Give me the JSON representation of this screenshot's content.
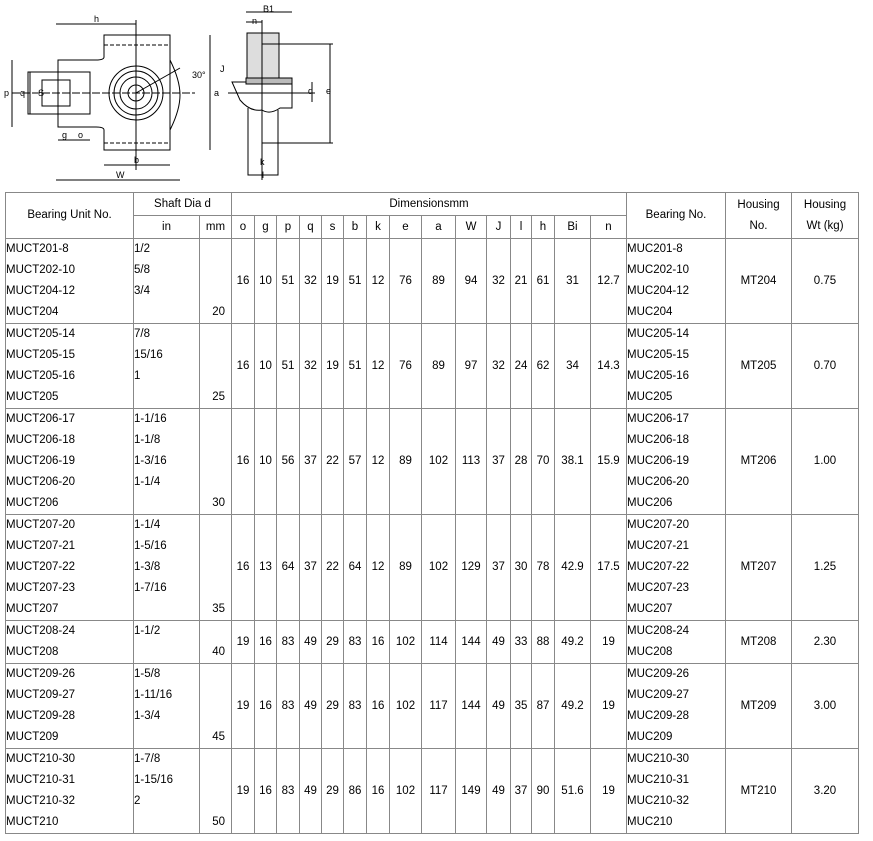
{
  "drawing": {
    "labels": [
      "h",
      "p",
      "q",
      "S",
      "g",
      "o",
      "b",
      "W",
      "a",
      "B1",
      "n",
      "J",
      "d",
      "e",
      "k",
      "l",
      "30°"
    ]
  },
  "header": {
    "unit": "Bearing Unit No.",
    "shaft": "Shaft Dia d",
    "in": "in",
    "mm": "mm",
    "dims": "Dimensionsmm",
    "bearing": "Bearing No.",
    "housing": "Housing No.",
    "wt": "Housing Wt (kg)",
    "cols": [
      "o",
      "g",
      "p",
      "q",
      "s",
      "b",
      "k",
      "e",
      "a",
      "W",
      "J",
      "l",
      "h",
      "Bi",
      "n"
    ]
  },
  "groups": [
    {
      "units": [
        "MUCT201-8",
        "MUCT202-10",
        "MUCT204-12",
        "MUCT204"
      ],
      "in": [
        "1/2",
        "5/8",
        "3/4",
        ""
      ],
      "mm": "20",
      "dims": [
        "16",
        "10",
        "51",
        "32",
        "19",
        "51",
        "12",
        "76",
        "89",
        "94",
        "32",
        "21",
        "61",
        "31",
        "12.7"
      ],
      "bearings": [
        "MUC201-8",
        "MUC202-10",
        "MUC204-12",
        "MUC204"
      ],
      "housing": "MT204",
      "wt": "0.75"
    },
    {
      "units": [
        "MUCT205-14",
        "MUCT205-15",
        "MUCT205-16",
        "MUCT205"
      ],
      "in": [
        "7/8",
        "15/16",
        "1",
        ""
      ],
      "mm": "25",
      "dims": [
        "16",
        "10",
        "51",
        "32",
        "19",
        "51",
        "12",
        "76",
        "89",
        "97",
        "32",
        "24",
        "62",
        "34",
        "14.3"
      ],
      "bearings": [
        "MUC205-14",
        "MUC205-15",
        "MUC205-16",
        "MUC205"
      ],
      "housing": "MT205",
      "wt": "0.70"
    },
    {
      "units": [
        "MUCT206-17",
        "MUCT206-18",
        "MUCT206-19",
        "MUCT206-20",
        "MUCT206"
      ],
      "in": [
        "1-1/16",
        "1-1/8",
        "1-3/16",
        "1-1/4",
        ""
      ],
      "mm": "30",
      "dims": [
        "16",
        "10",
        "56",
        "37",
        "22",
        "57",
        "12",
        "89",
        "102",
        "113",
        "37",
        "28",
        "70",
        "38.1",
        "15.9"
      ],
      "bearings": [
        "MUC206-17",
        "MUC206-18",
        "MUC206-19",
        "MUC206-20",
        "MUC206"
      ],
      "housing": "MT206",
      "wt": "1.00"
    },
    {
      "units": [
        "MUCT207-20",
        "MUCT207-21",
        "MUCT207-22",
        "MUCT207-23",
        "MUCT207"
      ],
      "in": [
        "1-1/4",
        "1-5/16",
        "1-3/8",
        "1-7/16",
        ""
      ],
      "mm": "35",
      "dims": [
        "16",
        "13",
        "64",
        "37",
        "22",
        "64",
        "12",
        "89",
        "102",
        "129",
        "37",
        "30",
        "78",
        "42.9",
        "17.5"
      ],
      "bearings": [
        "MUC207-20",
        "MUC207-21",
        "MUC207-22",
        "MUC207-23",
        "MUC207"
      ],
      "housing": "MT207",
      "wt": "1.25"
    },
    {
      "units": [
        "MUCT208-24",
        "MUCT208"
      ],
      "in": [
        "1-1/2",
        ""
      ],
      "mm": "40",
      "dims": [
        "19",
        "16",
        "83",
        "49",
        "29",
        "83",
        "16",
        "102",
        "114",
        "144",
        "49",
        "33",
        "88",
        "49.2",
        "19"
      ],
      "bearings": [
        "MUC208-24",
        "MUC208"
      ],
      "housing": "MT208",
      "wt": "2.30"
    },
    {
      "units": [
        "MUCT209-26",
        "MUCT209-27",
        "MUCT209-28",
        "MUCT209"
      ],
      "in": [
        "1-5/8",
        "1-11/16",
        "1-3/4",
        ""
      ],
      "mm": "45",
      "dims": [
        "19",
        "16",
        "83",
        "49",
        "29",
        "83",
        "16",
        "102",
        "117",
        "144",
        "49",
        "35",
        "87",
        "49.2",
        "19"
      ],
      "bearings": [
        "MUC209-26",
        "MUC209-27",
        "MUC209-28",
        "MUC209"
      ],
      "housing": "MT209",
      "wt": "3.00"
    },
    {
      "units": [
        "MUCT210-30",
        "MUCT210-31",
        "MUCT210-32",
        "MUCT210"
      ],
      "in": [
        "1-7/8",
        "1-15/16",
        "2",
        ""
      ],
      "mm": "50",
      "dims": [
        "19",
        "16",
        "83",
        "49",
        "29",
        "86",
        "16",
        "102",
        "117",
        "149",
        "49",
        "37",
        "90",
        "51.6",
        "19"
      ],
      "bearings": [
        "MUC210-30",
        "MUC210-31",
        "MUC210-32",
        "MUC210"
      ],
      "housing": "MT210",
      "wt": "3.20"
    }
  ]
}
